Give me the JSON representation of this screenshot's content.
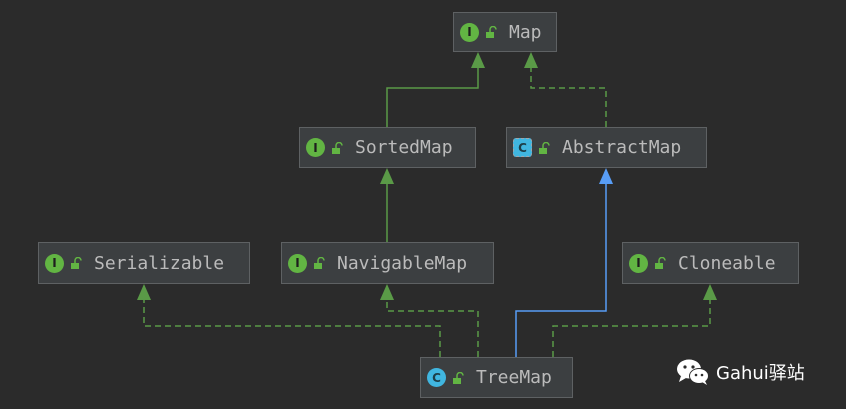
{
  "nodes": {
    "map": {
      "label": "Map",
      "kind": "interface",
      "badge": "I"
    },
    "sortedmap": {
      "label": "SortedMap",
      "kind": "interface",
      "badge": "I"
    },
    "abstractmap": {
      "label": "AbstractMap",
      "kind": "abstract-class",
      "badge": "C"
    },
    "serializable": {
      "label": "Serializable",
      "kind": "interface",
      "badge": "I"
    },
    "navigablemap": {
      "label": "NavigableMap",
      "kind": "interface",
      "badge": "I"
    },
    "cloneable": {
      "label": "Cloneable",
      "kind": "interface",
      "badge": "I"
    },
    "treemap": {
      "label": "TreeMap",
      "kind": "class",
      "badge": "C"
    }
  },
  "edges": [
    {
      "from": "sortedmap",
      "to": "map",
      "type": "extends"
    },
    {
      "from": "abstractmap",
      "to": "map",
      "type": "implements"
    },
    {
      "from": "navigablemap",
      "to": "sortedmap",
      "type": "extends"
    },
    {
      "from": "treemap",
      "to": "abstractmap",
      "type": "class-extends"
    },
    {
      "from": "treemap",
      "to": "navigablemap",
      "type": "implements"
    },
    {
      "from": "treemap",
      "to": "serializable",
      "type": "implements"
    },
    {
      "from": "treemap",
      "to": "cloneable",
      "type": "implements"
    }
  ],
  "colors": {
    "interface_edge": "#5a9a47",
    "extends_edge": "#589df6",
    "background": "#2b2b2b"
  },
  "watermark": {
    "text": "Gahui驿站",
    "icon": "wechat-icon"
  }
}
